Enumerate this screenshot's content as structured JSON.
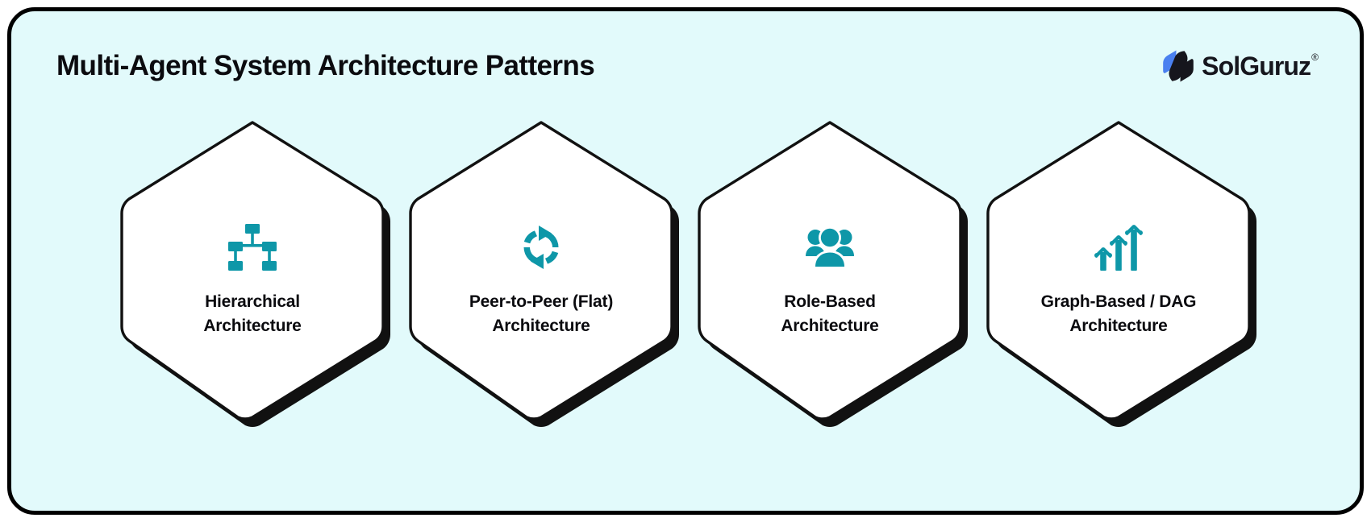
{
  "header": {
    "title": "Multi-Agent System Architecture Patterns",
    "logo": {
      "name": "SolGuruz",
      "trademark": "®",
      "mark_icon": "solguruz-hexagon-mark-icon",
      "colors": {
        "mark_blue": "#4A80F0",
        "mark_dark": "#16161D",
        "wordmark": "#16161D"
      }
    }
  },
  "theme": {
    "panel_background": "#E2FAFB",
    "page_background": "#FFFFFF",
    "frame_border": "#000000",
    "card_fill": "#FFFFFF",
    "card_stroke": "#111111",
    "card_shadow": "#111111",
    "icon_teal": "#0E97A8",
    "text_primary": "#0B0B0F"
  },
  "cards": [
    {
      "id": "hierarchical",
      "icon": "sitemap-hierarchy-icon",
      "label_line1": "Hierarchical",
      "label_line2": "Architecture"
    },
    {
      "id": "peer-to-peer",
      "icon": "circular-sync-arrows-icon",
      "label_line1": "Peer-to-Peer (Flat)",
      "label_line2": "Architecture"
    },
    {
      "id": "role-based",
      "icon": "user-group-icon",
      "label_line1": "Role-Based",
      "label_line2": "Architecture"
    },
    {
      "id": "graph-based-dag",
      "icon": "ascending-arrows-icon",
      "label_line1": "Graph-Based / DAG",
      "label_line2": "Architecture"
    }
  ]
}
